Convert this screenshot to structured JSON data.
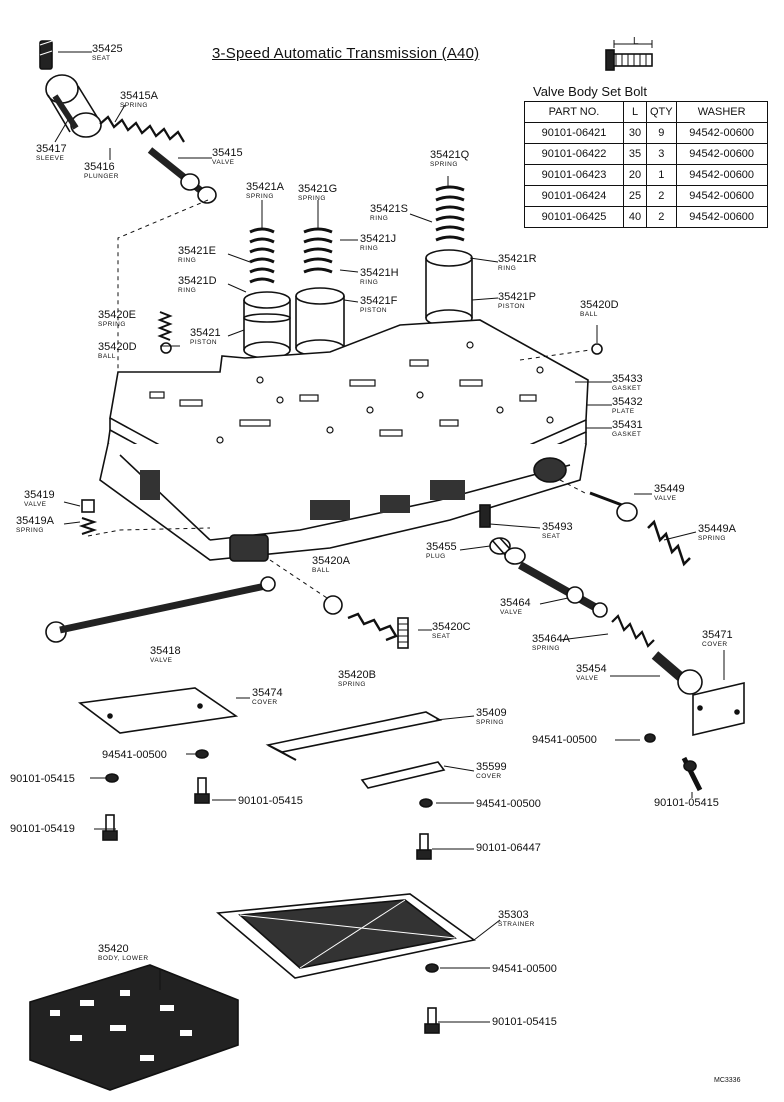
{
  "title": "3-Speed Automatic Transmission (A40)",
  "bolt_table": {
    "title": "Valve Body Set Bolt",
    "length_symbol": "L",
    "headers": [
      "PART NO.",
      "L",
      "QTY",
      "WASHER"
    ],
    "rows": [
      [
        "90101-06421",
        "30",
        "9",
        "94542-00600"
      ],
      [
        "90101-06422",
        "35",
        "3",
        "94542-00600"
      ],
      [
        "90101-06423",
        "20",
        "1",
        "94542-00600"
      ],
      [
        "90101-06424",
        "25",
        "2",
        "94542-00600"
      ],
      [
        "90101-06425",
        "40",
        "2",
        "94542-00600"
      ]
    ]
  },
  "parts": [
    {
      "num": "35425",
      "name": "SEAT"
    },
    {
      "num": "35415A",
      "name": "SPRING"
    },
    {
      "num": "35417",
      "name": "SLEEVE"
    },
    {
      "num": "35416",
      "name": "PLUNGER"
    },
    {
      "num": "35415",
      "name": "VALVE"
    },
    {
      "num": "35421A",
      "name": "SPRING"
    },
    {
      "num": "35421G",
      "name": "SPRING"
    },
    {
      "num": "35421Q",
      "name": "SPRING"
    },
    {
      "num": "35421S",
      "name": "RING"
    },
    {
      "num": "35421E",
      "name": "RING"
    },
    {
      "num": "35421J",
      "name": "RING"
    },
    {
      "num": "35421R",
      "name": "RING"
    },
    {
      "num": "35421H",
      "name": "RING"
    },
    {
      "num": "35421D",
      "name": "RING"
    },
    {
      "num": "35421F",
      "name": "PISTON"
    },
    {
      "num": "35421P",
      "name": "PISTON"
    },
    {
      "num": "35420E",
      "name": "SPRING"
    },
    {
      "num": "35420D",
      "name": "BALL"
    },
    {
      "num": "35421",
      "name": "PISTON"
    },
    {
      "num": "35420D",
      "name": "BALL"
    },
    {
      "num": "35433",
      "name": "GASKET"
    },
    {
      "num": "35432",
      "name": "PLATE"
    },
    {
      "num": "35431",
      "name": "GASKET"
    },
    {
      "num": "35419",
      "name": "VALVE"
    },
    {
      "num": "35419A",
      "name": "SPRING"
    },
    {
      "num": "35449",
      "name": "VALVE"
    },
    {
      "num": "35493",
      "name": "SEAT"
    },
    {
      "num": "35449A",
      "name": "SPRING"
    },
    {
      "num": "35455",
      "name": "PLUG"
    },
    {
      "num": "35420A",
      "name": "BALL"
    },
    {
      "num": "35464",
      "name": "VALVE"
    },
    {
      "num": "35420C",
      "name": "SEAT"
    },
    {
      "num": "35418",
      "name": "VALVE"
    },
    {
      "num": "35471",
      "name": "COVER"
    },
    {
      "num": "35464A",
      "name": "SPRING"
    },
    {
      "num": "35420B",
      "name": "SPRING"
    },
    {
      "num": "35454",
      "name": "VALVE"
    },
    {
      "num": "35474",
      "name": "COVER"
    },
    {
      "num": "35409",
      "name": "SPRING"
    },
    {
      "num": "35599",
      "name": "COVER"
    },
    {
      "num": "35303",
      "name": "STRAINER"
    },
    {
      "num": "35420",
      "name": "BODY, LOWER"
    }
  ],
  "hardware": [
    "94541-00500",
    "94541-00500",
    "90101-05415",
    "94541-00500",
    "90101-05415",
    "94541-00500",
    "90101-05419",
    "90101-06447",
    "94541-00500",
    "90101-05415"
  ],
  "code": "MC3336"
}
